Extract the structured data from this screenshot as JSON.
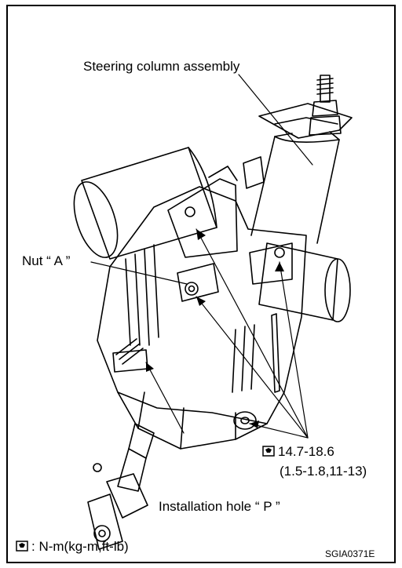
{
  "labels": {
    "assembly": "Steering column assembly",
    "nut": "Nut “ A ”",
    "torque_value": "14.7-18.6",
    "torque_alt": "(1.5-1.8,11-13)",
    "hole": "Installation hole “ P ”",
    "legend": ": N-m(kg-m,ft-lb)",
    "code": "SGIA0371E"
  },
  "icons": {
    "torque": "torque-wrench-icon"
  }
}
